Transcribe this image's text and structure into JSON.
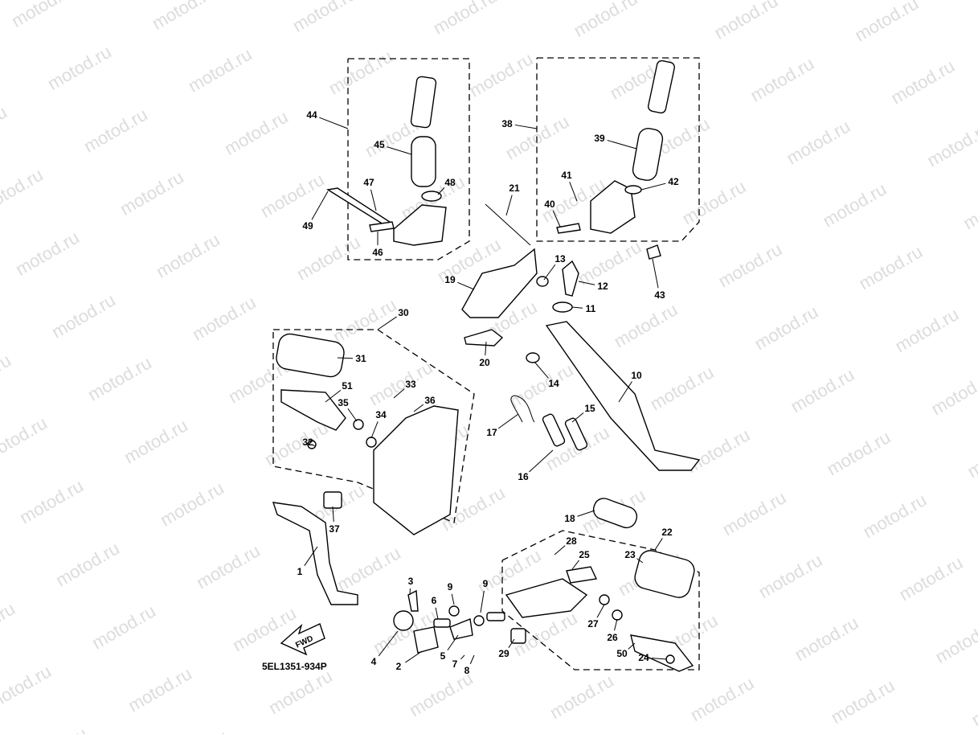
{
  "diagram": {
    "watermark": "motod.ru",
    "drawing_code": "5EL1351-934P",
    "fwd_arrow_text": "FWD",
    "callouts": [
      "44",
      "45",
      "47",
      "48",
      "49",
      "46",
      "38",
      "39",
      "41",
      "40",
      "42",
      "43",
      "21",
      "13",
      "12",
      "19",
      "11",
      "20",
      "14",
      "10",
      "30",
      "31",
      "51",
      "33",
      "36",
      "35",
      "34",
      "32",
      "17",
      "15",
      "16",
      "18",
      "37",
      "1",
      "22",
      "28",
      "25",
      "23",
      "3",
      "9",
      "9",
      "6",
      "27",
      "26",
      "29",
      "50",
      "24",
      "4",
      "2",
      "5",
      "7",
      "8"
    ]
  }
}
